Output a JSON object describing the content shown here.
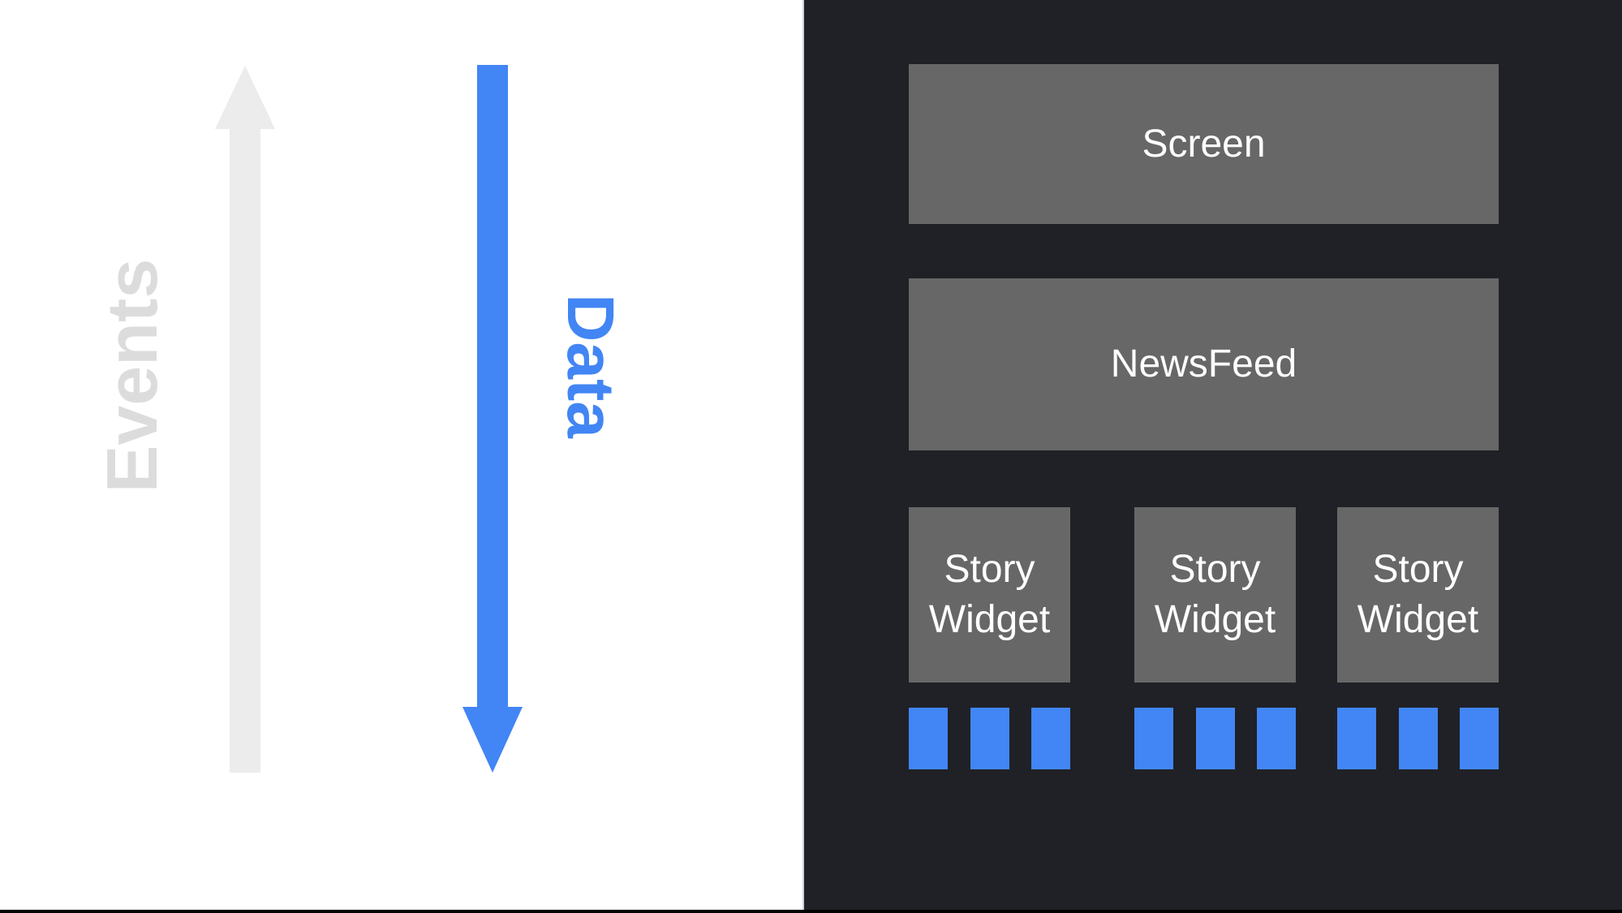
{
  "slide": {
    "description_left_flow_up": "Events",
    "description_left_flow_down": "Data"
  },
  "left_panel": {
    "events_label": "Events",
    "data_label": "Data"
  },
  "right_panel": {
    "screen_label": "Screen",
    "newsfeed_label": "NewsFeed",
    "widgets": [
      {
        "label": "Story Widget",
        "squares": 3
      },
      {
        "label": "Story Widget",
        "squares": 3
      },
      {
        "label": "Story Widget",
        "squares": 3
      }
    ]
  },
  "icons": {
    "up_arrow": "events-up-arrow",
    "down_arrow": "data-down-arrow"
  },
  "colors": {
    "background_left": "#ffffff",
    "background_right": "#202126",
    "box_gray": "#676767",
    "box_text": "#ffffff",
    "accent_blue": "#4285f4",
    "events_gray": "#dcdcdc",
    "arrow_gray": "#ececec",
    "divider": "#ccd3dc",
    "bottom_bar": "#000000"
  }
}
